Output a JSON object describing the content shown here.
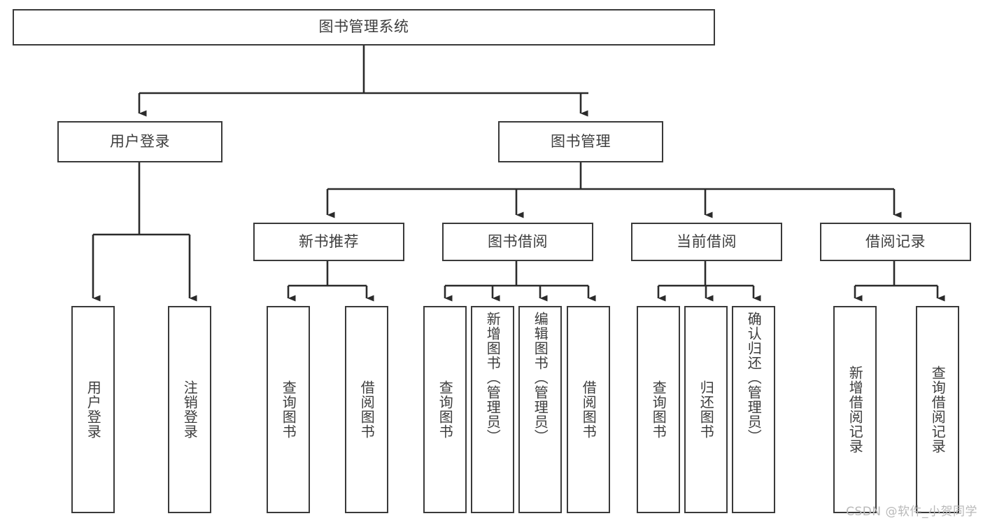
{
  "diagram": {
    "title": "图书管理系统",
    "type": "功能结构图",
    "colors": {
      "box_border": "#3a3a3a",
      "box_fill": "#ffffff",
      "text": "#3d3d3d",
      "connector": "#2b2b2b",
      "watermark": "#b9b9b9",
      "background": "#ffffff"
    },
    "root": {
      "label": "图书管理系统"
    },
    "level2": [
      {
        "label": "用户登录"
      },
      {
        "label": "图书管理"
      }
    ],
    "level3": [
      {
        "label": "新书推荐"
      },
      {
        "label": "图书借阅"
      },
      {
        "label": "当前借阅"
      },
      {
        "label": "借阅记录"
      }
    ],
    "leaves": {
      "user_login": [
        {
          "label": "用户登录"
        },
        {
          "label": "注销登录"
        }
      ],
      "new_book": [
        {
          "label": "查询图书"
        },
        {
          "label": "借阅图书"
        }
      ],
      "book_borrow": [
        {
          "label": "查询图书"
        },
        {
          "label": "新增图书（管理员）"
        },
        {
          "label": "编辑图书（管理员）"
        },
        {
          "label": "借阅图书"
        }
      ],
      "current_borrow": [
        {
          "label": "查询图书"
        },
        {
          "label": "归还图书"
        },
        {
          "label": "确认归还（管理员）"
        }
      ],
      "borrow_record": [
        {
          "label": "新增借阅记录"
        },
        {
          "label": "查询借阅记录"
        }
      ]
    }
  },
  "watermark": {
    "text": "CSDN @软件_小贺同学"
  }
}
